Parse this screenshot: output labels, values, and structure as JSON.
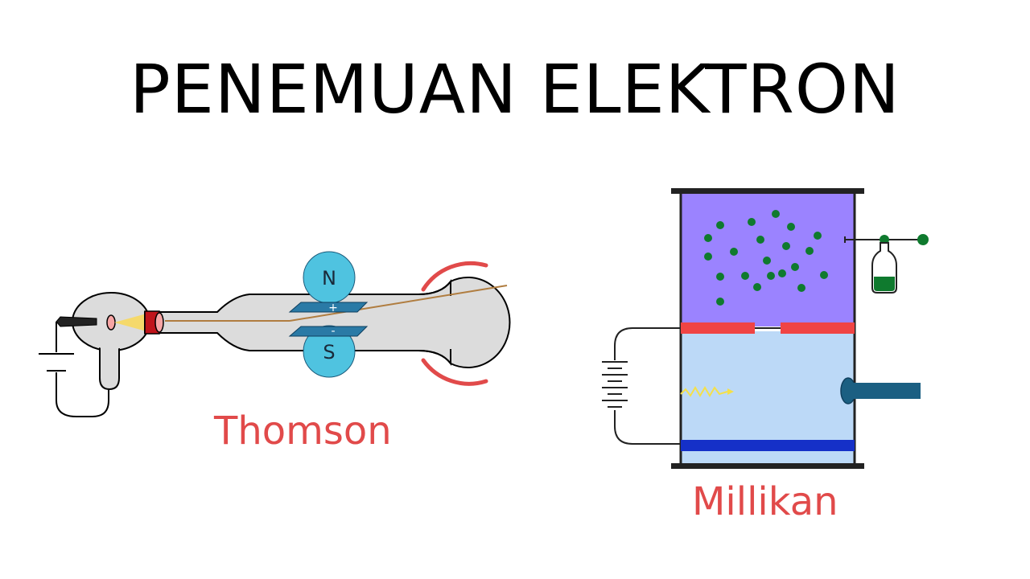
{
  "title": "PENEMUAN ELEKTRON",
  "thomson": {
    "caption": "Thomson",
    "magnet_north": "N",
    "magnet_south": "S",
    "plate_positive": "+",
    "plate_negative": "-"
  },
  "millikan": {
    "caption": "Millikan"
  },
  "colors": {
    "caption": "#e14a4a",
    "tube": "#dcdcdc",
    "magnet": "#4fc3e0",
    "plate": "#2a7aa6",
    "upper_chamber": "#9b83ff",
    "lower_chamber": "#bcd9f7",
    "oil_drop": "#0f7a2e",
    "charged_plate": "#f04444",
    "bottom_plate": "#1530c8"
  }
}
